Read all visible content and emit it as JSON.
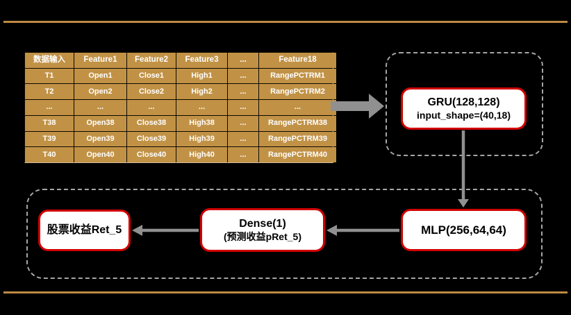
{
  "colors": {
    "background": "#000000",
    "accent_line": "#BD8A43",
    "table_fill": "#C19246",
    "table_text": "#FFFFFF",
    "node_fill": "#FFFFFF",
    "node_border": "#D10000",
    "node_text": "#000000",
    "dashed_border": "#A6A6A6",
    "arrow": "#909090"
  },
  "table": {
    "header": [
      "数据输入",
      "Feature1",
      "Feature2",
      "Feature3",
      "...",
      "Feature18"
    ],
    "rows": [
      [
        "T1",
        "Open1",
        "Close1",
        "High1",
        "...",
        "RangePCTRM1"
      ],
      [
        "T2",
        "Open2",
        "Close2",
        "High2",
        "...",
        "RangePCTRM2"
      ],
      [
        "...",
        "...",
        "...",
        "...",
        "...",
        "..."
      ],
      [
        "T38",
        "Open38",
        "Close38",
        "High38",
        "...",
        "RangePCTRM38"
      ],
      [
        "T39",
        "Open39",
        "Close39",
        "High39",
        "...",
        "RangePCTRM39"
      ],
      [
        "T40",
        "Open40",
        "Close40",
        "High40",
        "...",
        "RangePCTRM40"
      ]
    ]
  },
  "nodes": {
    "gru": {
      "line1": "GRU(128,128)",
      "line2": "input_shape=(40,18)"
    },
    "mlp": {
      "label": "MLP(256,64,64)"
    },
    "dense": {
      "line1": "Dense(1)",
      "line2": "(预测收益pRet_5)"
    },
    "output": {
      "label": "股票收益Ret_5"
    }
  },
  "arrows": [
    {
      "name": "table-to-gru",
      "direction": "right"
    },
    {
      "name": "gru-to-mlp",
      "direction": "down"
    },
    {
      "name": "mlp-to-dense",
      "direction": "left"
    },
    {
      "name": "dense-to-output",
      "direction": "left"
    }
  ]
}
